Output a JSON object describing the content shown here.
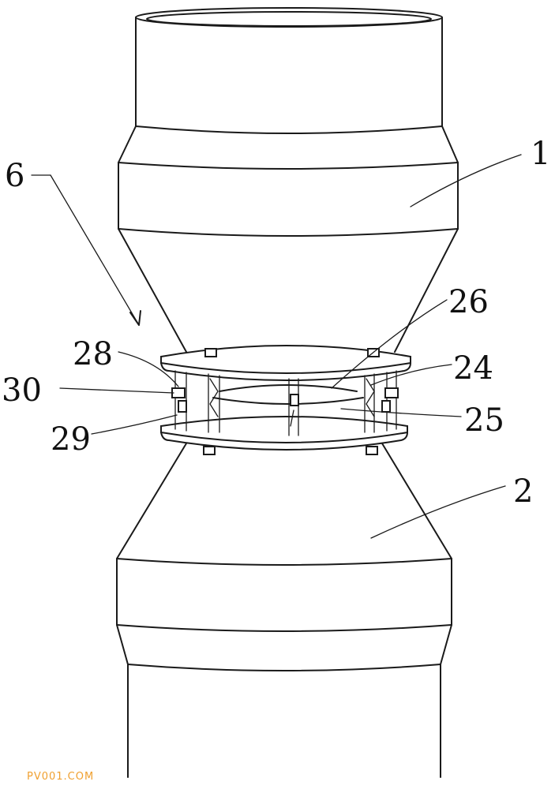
{
  "labels": {
    "l1": "1",
    "l2": "2",
    "l6": "6",
    "l24": "24",
    "l25": "25",
    "l26": "26",
    "l28": "28",
    "l29": "29",
    "l30": "30"
  },
  "watermark": "PV001.COM",
  "colors": {
    "line": "#1a1a1a",
    "watermark": "#f0a030"
  }
}
